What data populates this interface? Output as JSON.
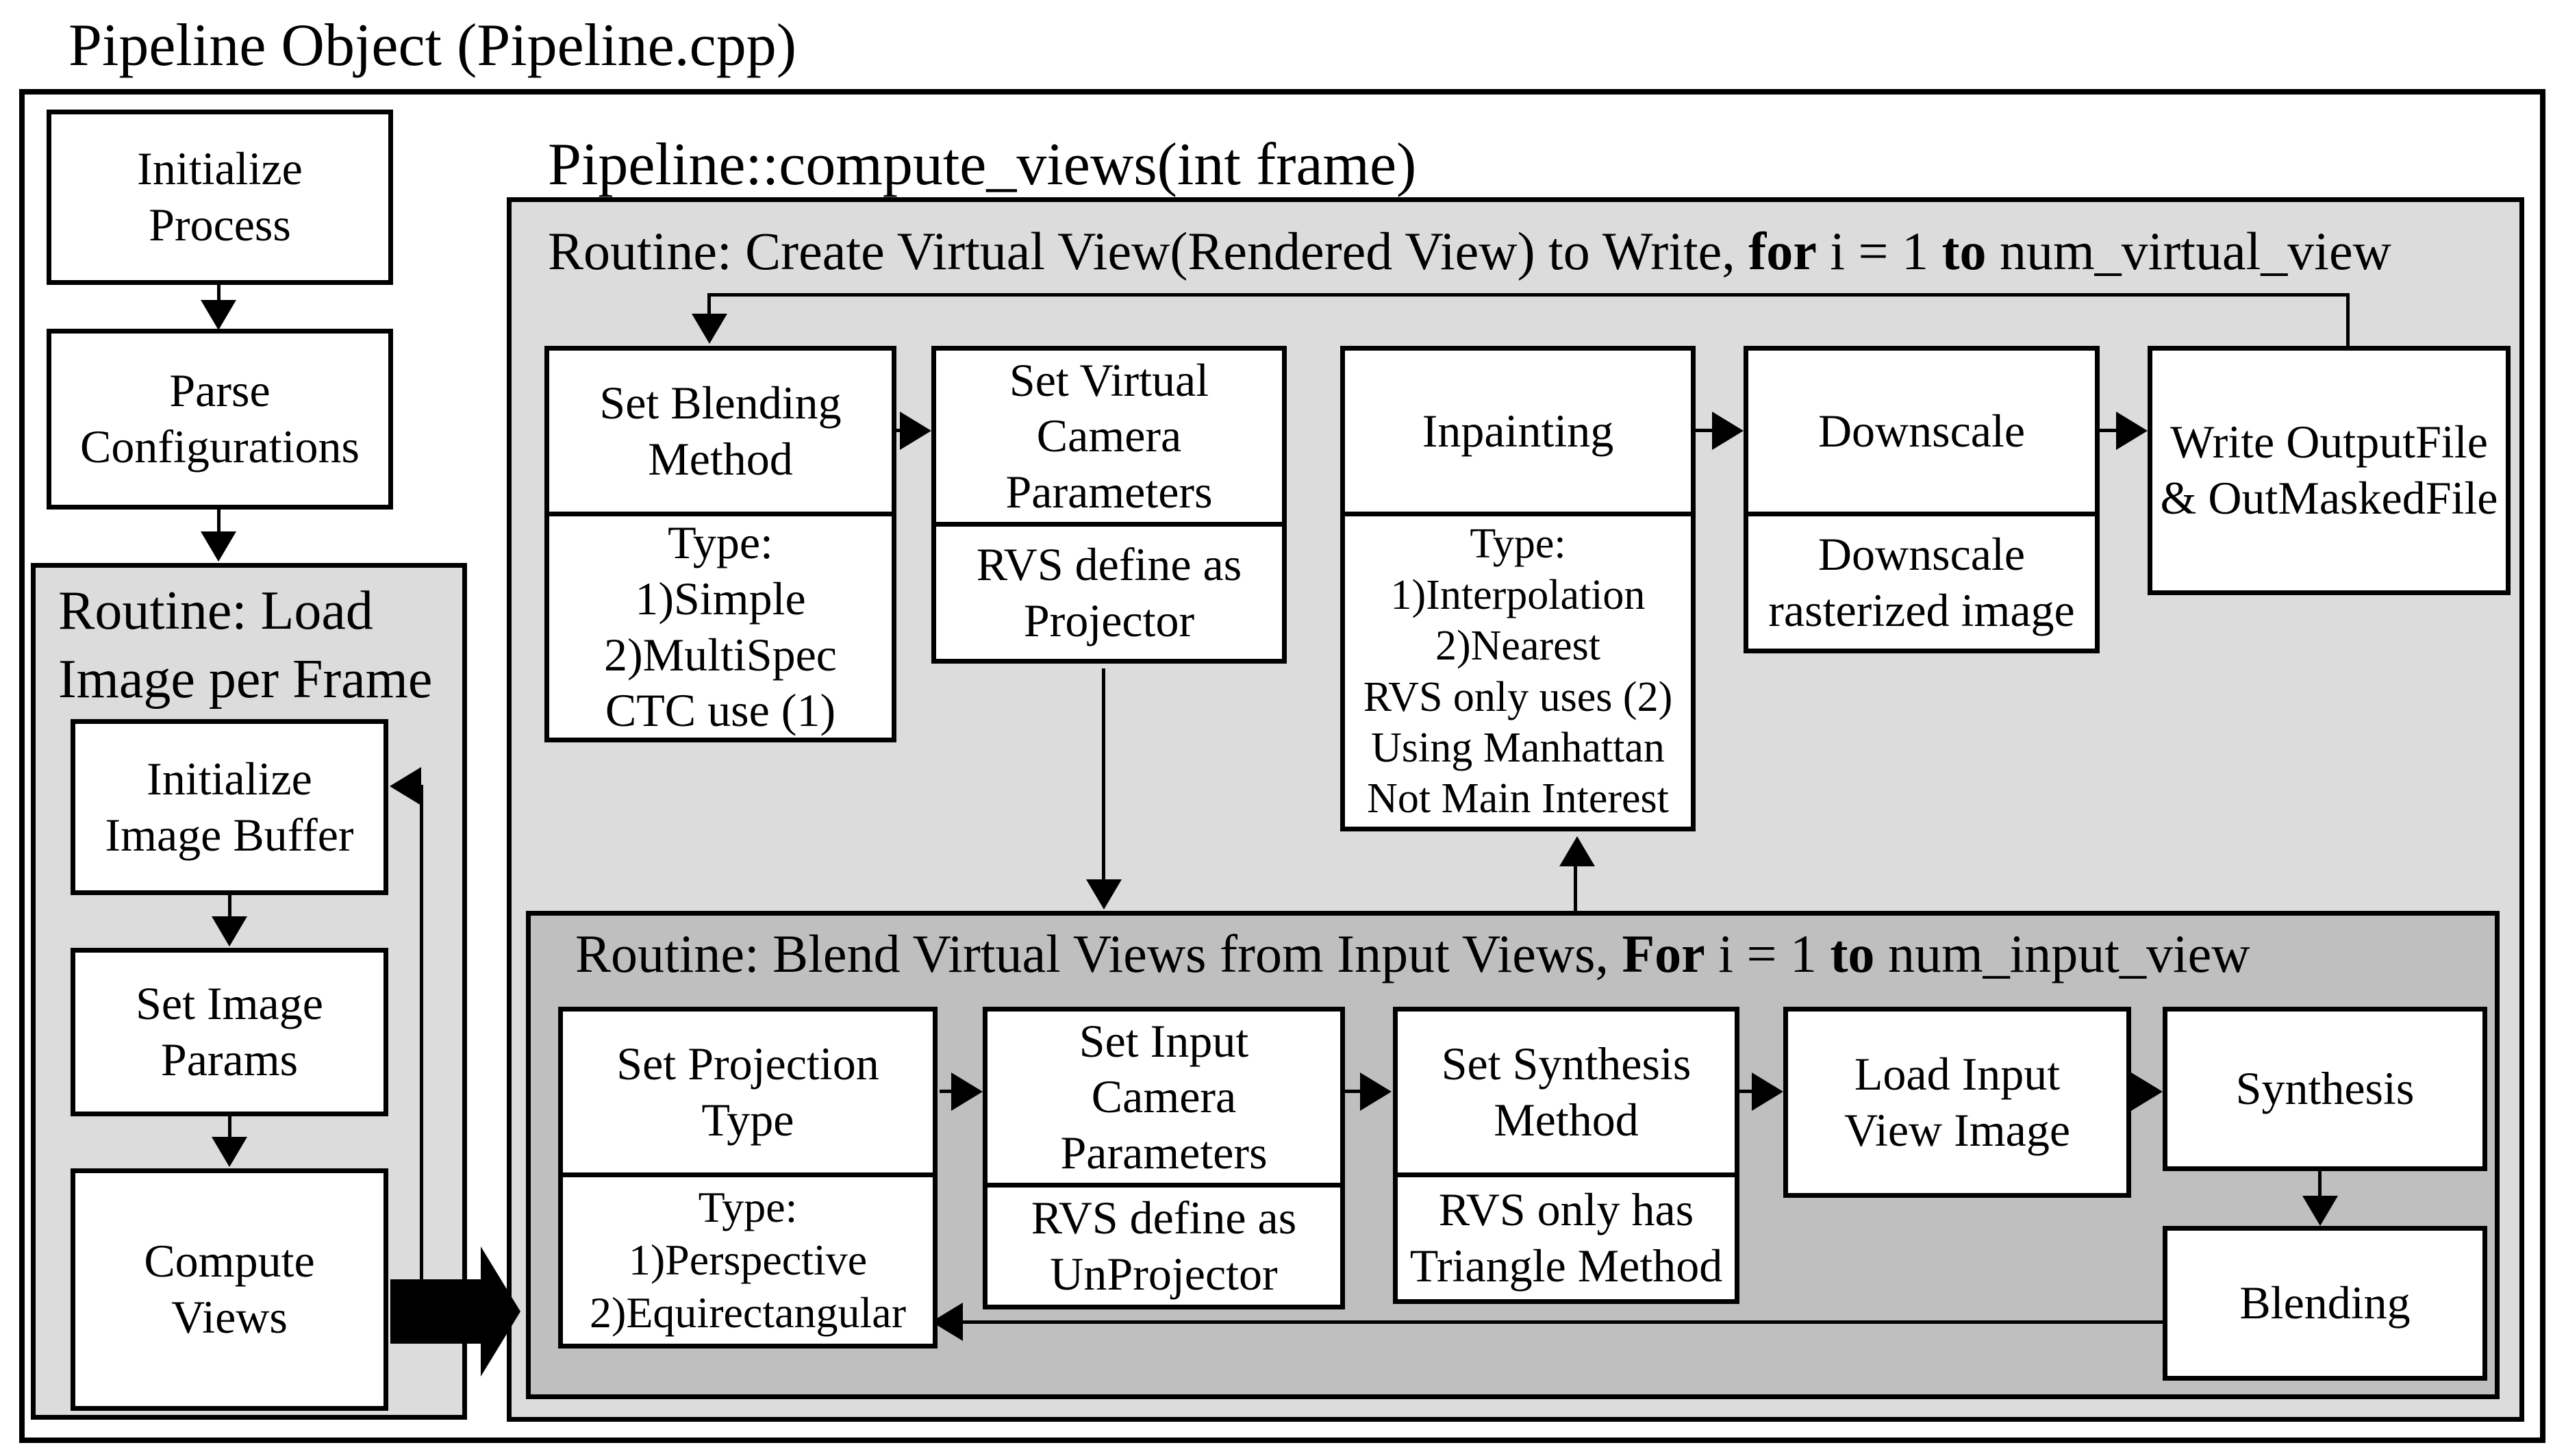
{
  "title": "Pipeline Object (Pipeline.cpp)",
  "compute_views_header": "Pipeline::compute_views(int frame)",
  "left_column": {
    "initialize_process": "Initialize\nProcess",
    "parse_configurations": "Parse\nConfigurations",
    "load_routine": {
      "header": "Routine: Load\nImage per Frame",
      "initialize_image_buffer": "Initialize\nImage Buffer",
      "set_image_params": "Set Image\nParams",
      "compute_views": "Compute\nViews"
    }
  },
  "routine_create": {
    "header": {
      "p1": "Routine: Create Virtual View(Rendered View) to Write, ",
      "b1": "for",
      "p2": " i = 1 ",
      "b2": "to",
      "p3": " num_virtual_view"
    },
    "set_blending_method": {
      "title": "Set Blending\nMethod",
      "detail": "Type:\n1)Simple\n2)MultiSpec\nCTC use (1)"
    },
    "set_virtual_camera_parameters": {
      "title": "Set Virtual\nCamera\nParameters",
      "detail": "RVS define as\nProjector"
    },
    "inpainting": {
      "title": "Inpainting",
      "detail": "Type:\n1)Interpolation\n2)Nearest\nRVS only uses (2)\nUsing Manhattan\nNot Main Interest"
    },
    "downscale": {
      "title": "Downscale",
      "detail": "Downscale\nrasterized image"
    },
    "write_output": {
      "title": "Write OutputFile\n& OutMaskedFile"
    }
  },
  "routine_blend": {
    "header": {
      "p1": "Routine: Blend Virtual Views from Input Views, ",
      "b1": "For",
      "p2": " i = 1 ",
      "b2": "to",
      "p3": " num_input_view"
    },
    "set_projection_type": {
      "title": "Set Projection\nType",
      "detail": "Type:\n1)Perspective\n2)Equirectangular"
    },
    "set_input_camera_parameters": {
      "title": "Set Input\nCamera\nParameters",
      "detail": "RVS define as\nUnProjector"
    },
    "set_synthesis_method": {
      "title": "Set Synthesis\nMethod",
      "detail": "RVS only has\nTriangle Method"
    },
    "load_input_view_image": {
      "title": "Load Input\nView Image"
    },
    "synthesis": {
      "title": "Synthesis"
    },
    "blending": {
      "title": "Blending"
    }
  },
  "colors": {
    "background": "#ffffff",
    "routine_light_gray": "#dcdcdc",
    "routine_dark_gray": "#bfbfbf",
    "line_black": "#000000"
  }
}
